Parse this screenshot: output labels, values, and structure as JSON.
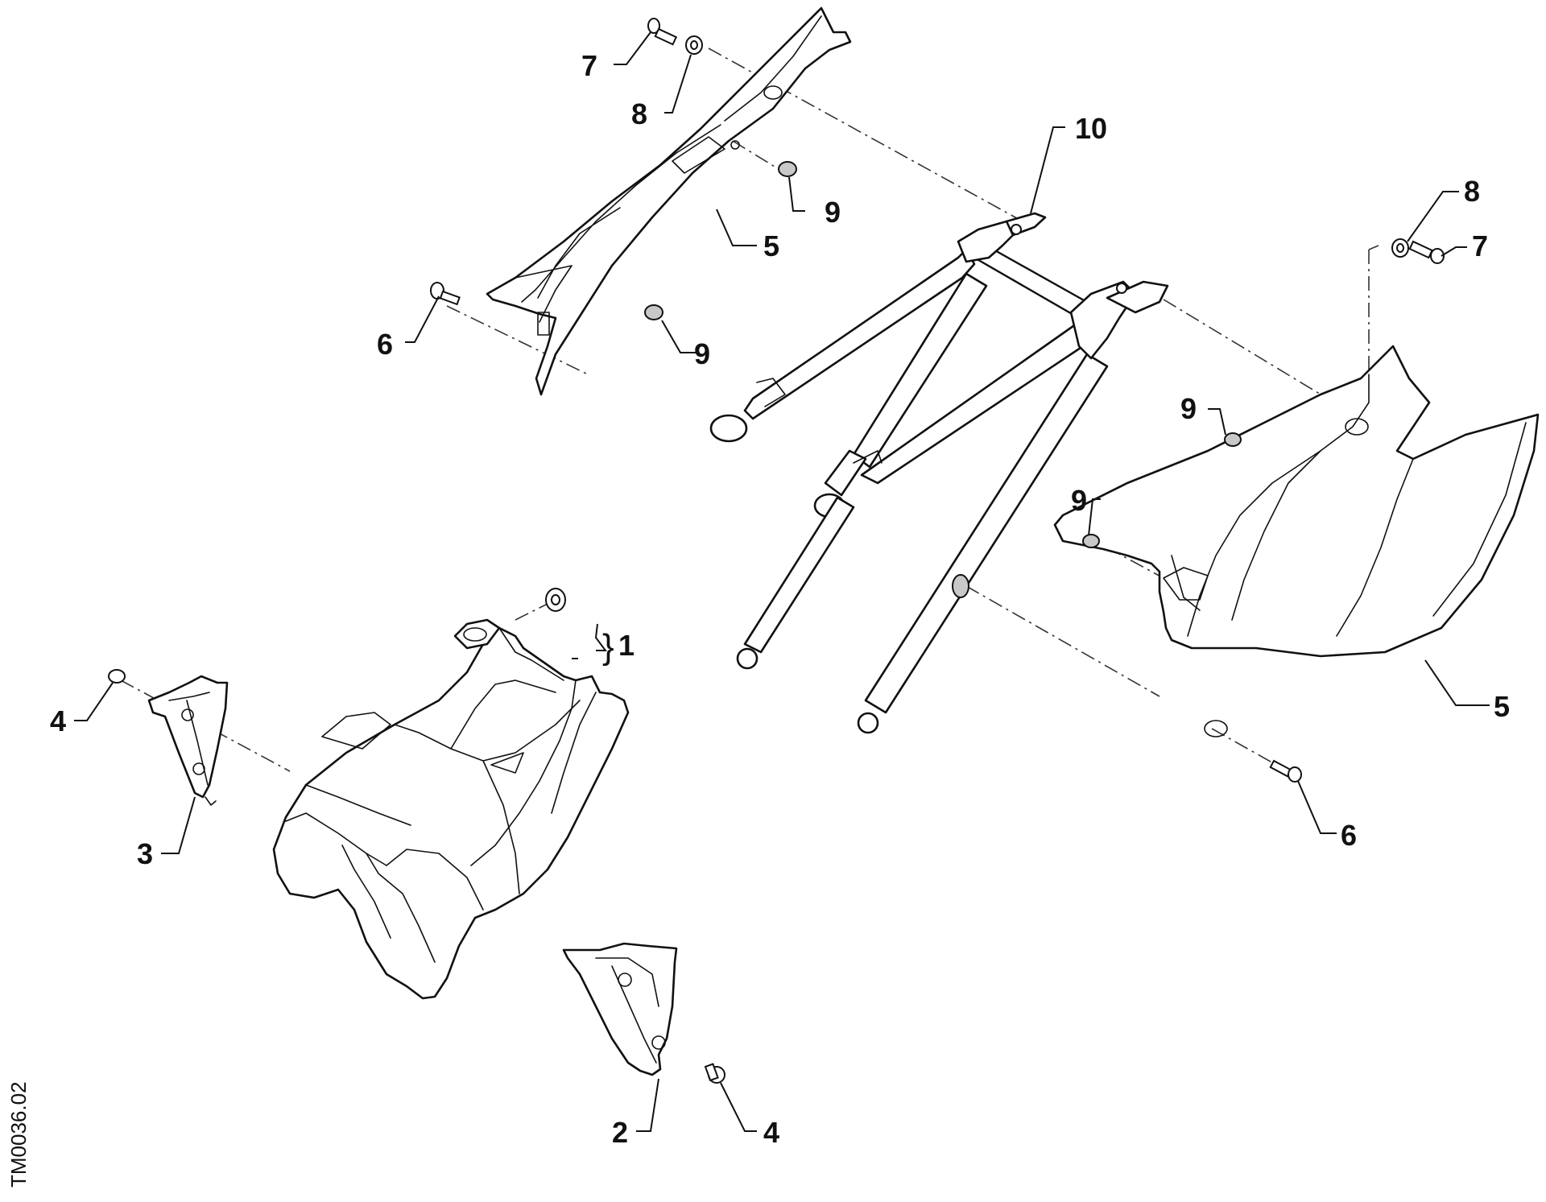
{
  "callouts": {
    "c1": "1",
    "c2": "2",
    "c3": "3",
    "c4_left": "4",
    "c4_bottom": "4",
    "c5_top": "5",
    "c5_right": "5",
    "c6_left": "6",
    "c6_right": "6",
    "c7_top": "7",
    "c7_right": "7",
    "c8_top": "8",
    "c8_right": "8",
    "c9_top": "9",
    "c9_mid": "9",
    "c9_right_a": "9",
    "c9_right_b": "9",
    "c10": "10"
  },
  "brace": "}",
  "reference_code": "TM0036.02"
}
